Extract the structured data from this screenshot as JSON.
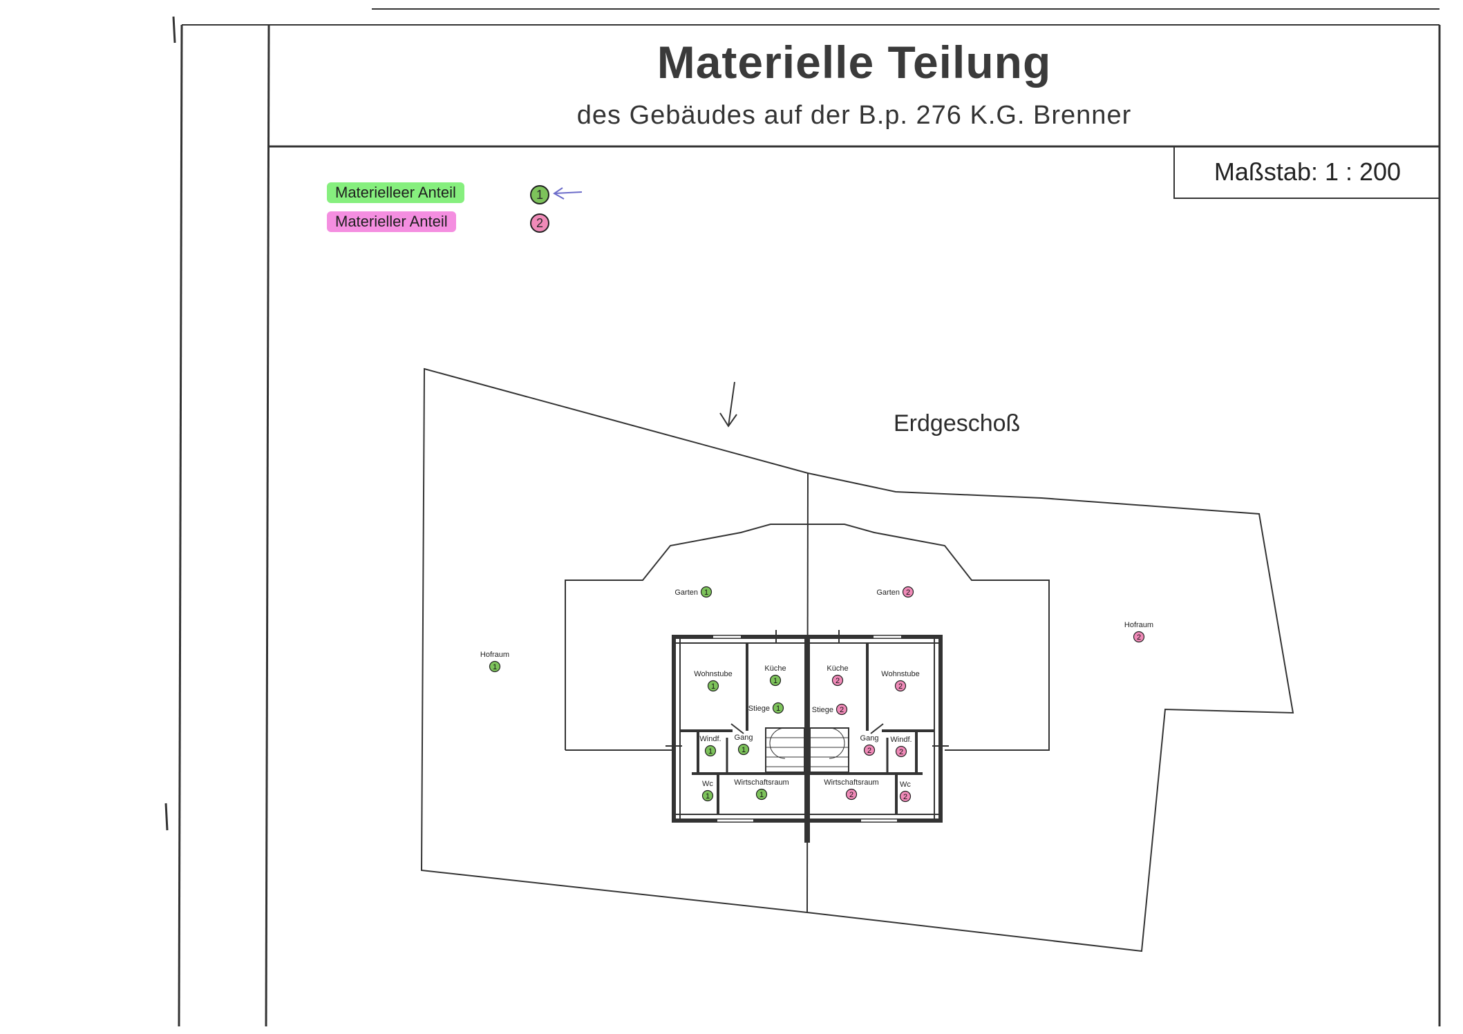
{
  "title": "Materielle Teilung",
  "subtitle": "des Gebäudes auf der B.p. 276  K.G. Brenner",
  "scale": "Maßstab: 1 : 200",
  "floor": "Erdgeschoß",
  "colors": {
    "share_1_highlight": "#86ef7e",
    "share_2_highlight": "#f48ee0",
    "share_1_marker": "#7dc35b",
    "share_2_marker": "#f08ab8"
  },
  "legend": [
    {
      "label": "Materielleer Anteil",
      "number": "1"
    },
    {
      "label": "Materieller Anteil",
      "number": "2"
    }
  ],
  "rooms": [
    {
      "name": "Hofraum",
      "share": "1"
    },
    {
      "name": "Garten",
      "share": "1"
    },
    {
      "name": "Garten",
      "share": "2"
    },
    {
      "name": "Hofraum",
      "share": "2"
    },
    {
      "name": "Wohnstube",
      "share": "1"
    },
    {
      "name": "Küche",
      "share": "1"
    },
    {
      "name": "Küche",
      "share": "2"
    },
    {
      "name": "Wohnstube",
      "share": "2"
    },
    {
      "name": "Stiege",
      "share": "1"
    },
    {
      "name": "Stiege",
      "share": "2"
    },
    {
      "name": "Windf.",
      "share": "1"
    },
    {
      "name": "Gang",
      "share": "1"
    },
    {
      "name": "Gang",
      "share": "2"
    },
    {
      "name": "Windf.",
      "share": "2"
    },
    {
      "name": "Wc",
      "share": "1"
    },
    {
      "name": "Wirtschaftsraum",
      "share": "1"
    },
    {
      "name": "Wirtschaftsraum",
      "share": "2"
    },
    {
      "name": "Wc",
      "share": "2"
    }
  ]
}
